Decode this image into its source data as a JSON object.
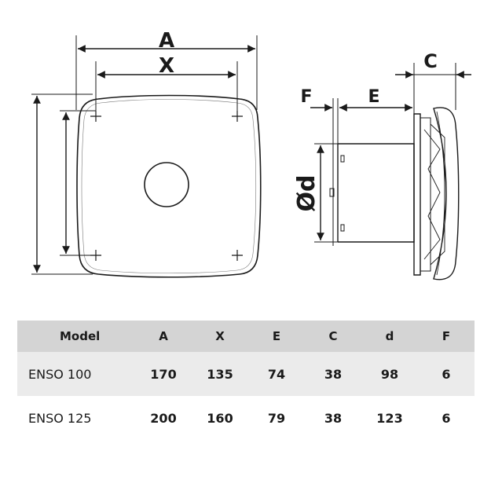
{
  "drawing": {
    "front_view": {
      "width_outer_label": "A",
      "width_inner_label": "X"
    },
    "side_view": {
      "depth_label": "C",
      "flange_label": "F",
      "spigot_label": "E",
      "diameter_label": "Ød"
    }
  },
  "table": {
    "headers": [
      "Model",
      "A",
      "X",
      "E",
      "C",
      "d",
      "F"
    ],
    "rows": [
      [
        "ENSO 100",
        "170",
        "135",
        "74",
        "38",
        "98",
        "6"
      ],
      [
        "ENSO 125",
        "200",
        "160",
        "79",
        "38",
        "123",
        "6"
      ]
    ]
  },
  "colors": {
    "line": "#1a1a1a",
    "header_bg": "#d4d4d4",
    "row_shade": "#ebebeb"
  }
}
